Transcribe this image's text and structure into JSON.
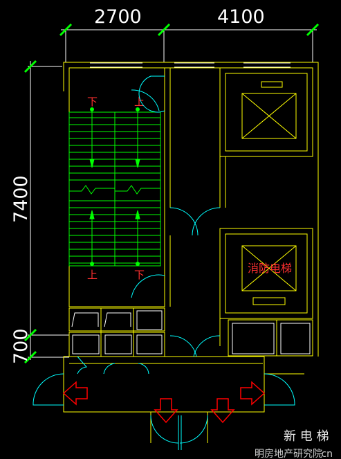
{
  "dimensions": {
    "top_left": "2700",
    "top_right": "4100",
    "left_total": "7400",
    "left_small": "700"
  },
  "labels": {
    "stair_down_left": "下",
    "stair_up_right": "上",
    "stair_up_left_bottom": "上",
    "stair_down_right_bottom": "下",
    "fire_elevator": "消防电梯"
  },
  "watermark": {
    "brand": "新 电 梯",
    "institute": "明房地产研究院",
    "domain_cn": ".cn"
  },
  "colors": {
    "wall": "#ffff00",
    "stair": "#00ff00",
    "door": "#00ffff",
    "elevator": "#ff00ff",
    "arrow": "#ff0000",
    "dim_tick": "#00ff00"
  }
}
